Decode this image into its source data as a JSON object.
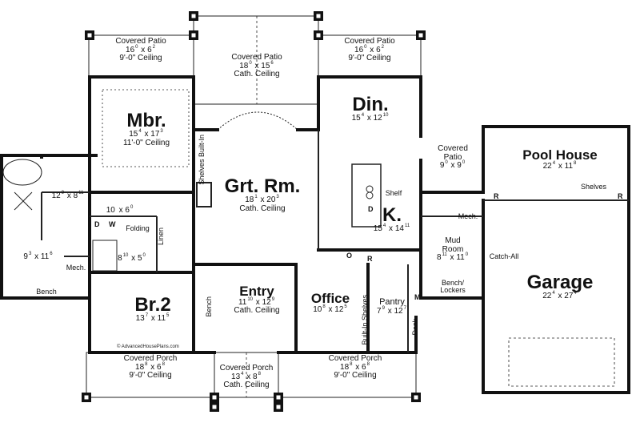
{
  "rooms": {
    "patio_left": {
      "name": "Covered Patio",
      "dim_a": "16",
      "sup_a": "0",
      "dim_b": "6",
      "sup_b": "2",
      "ceiling": "9'-0\" Ceiling"
    },
    "patio_center": {
      "name": "Covered Patio",
      "dim_a": "18",
      "sup_a": "0",
      "dim_b": "15",
      "sup_b": "6",
      "ceiling": "Cath. Ceiling"
    },
    "patio_right": {
      "name": "Covered Patio",
      "dim_a": "16",
      "sup_a": "0",
      "dim_b": "6",
      "sup_b": "2",
      "ceiling": "9'-0\" Ceiling"
    },
    "mbr": {
      "name": "Mbr.",
      "dim_a": "15",
      "sup_a": "4",
      "dim_b": "17",
      "sup_b": "3",
      "ceiling": "11'-0\" Ceiling"
    },
    "din": {
      "name": "Din.",
      "dim_a": "15",
      "sup_a": "4",
      "dim_b": "12",
      "sup_b": "10"
    },
    "patio_small": {
      "name": "Covered Patio",
      "dim_a": "9",
      "sup_a": "0",
      "dim_b": "9",
      "sup_b": "0"
    },
    "pool_house": {
      "name": "Pool House",
      "dim_a": "22",
      "sup_a": "4",
      "dim_b": "11",
      "sup_b": "8"
    },
    "grt_rm": {
      "name": "Grt. Rm.",
      "dim_a": "18",
      "sup_a": "1",
      "dim_b": "20",
      "sup_b": "3",
      "ceiling": "Cath. Ceiling"
    },
    "bath_master": {
      "dim_a": "12",
      "sup_a": "9",
      "dim_b": "8",
      "sup_b": "11"
    },
    "closet_a": {
      "dim_a": "10",
      "sup_a": "",
      "dim_b": "6",
      "sup_b": "0"
    },
    "closet_b": {
      "dim_a": "8",
      "sup_a": "10",
      "dim_b": "5",
      "sup_b": "0"
    },
    "wic_left": {
      "dim_a": "9",
      "sup_a": "3",
      "dim_b": "11",
      "sup_b": "6"
    },
    "kitchen": {
      "name": "K.",
      "dim_a": "15",
      "sup_a": "4",
      "dim_b": "14",
      "sup_b": "11"
    },
    "mud_room": {
      "name_1": "Mud",
      "name_2": "Room",
      "dim_a": "8",
      "sup_a": "11",
      "dim_b": "11",
      "sup_b": "0"
    },
    "garage": {
      "name": "Garage",
      "dim_a": "22",
      "sup_a": "4",
      "dim_b": "27",
      "sup_b": "4"
    },
    "entry": {
      "name": "Entry",
      "dim_a": "11",
      "sup_a": "10",
      "dim_b": "12",
      "sup_b": "9",
      "ceiling": "Cath. Ceiling"
    },
    "br2": {
      "name": "Br.2",
      "dim_a": "13",
      "sup_a": "7",
      "dim_b": "11",
      "sup_b": "5"
    },
    "office": {
      "name": "Office",
      "dim_a": "10",
      "sup_a": "8",
      "dim_b": "12",
      "sup_b": "5"
    },
    "pantry": {
      "name": "Pantry",
      "dim_a": "7",
      "sup_a": "9",
      "dim_b": "12",
      "sup_b": "7"
    },
    "porch_left": {
      "name": "Covered Porch",
      "dim_a": "18",
      "sup_a": "8",
      "dim_b": "6",
      "sup_b": "8",
      "ceiling": "9'-0\" Ceiling"
    },
    "porch_center": {
      "name": "Covered Porch",
      "dim_a": "13",
      "sup_a": "4",
      "dim_b": "8",
      "sup_b": "8",
      "ceiling": "Cath. Ceiling"
    },
    "porch_right": {
      "name": "Covered Porch",
      "dim_a": "18",
      "sup_a": "8",
      "dim_b": "6",
      "sup_b": "8",
      "ceiling": "9'-0\" Ceiling"
    }
  },
  "labels": {
    "shelves_builtin_top": "Shelves Built-In",
    "shelf": "Shelf",
    "folding": "Folding",
    "linen": "Linen",
    "mech_left": "Mech.",
    "mech_right": "Mech.",
    "bench_left": "Bench",
    "bench_br2": "Bench",
    "builtin_shelves_office": "Built-In Shelves",
    "desk": "Desk",
    "catch_all": "Catch-All",
    "bench_lockers": "Bench/ Lockers",
    "shelves_pool": "Shelves",
    "d_washer": "D",
    "w_washer": "W",
    "d_dishwasher": "D",
    "o_oven": "O",
    "r_fridge": "R",
    "r_pool_left": "R",
    "r_pool_right": "R",
    "m_box": "M",
    "copyright": "© AdvancedHousePlans.com"
  }
}
